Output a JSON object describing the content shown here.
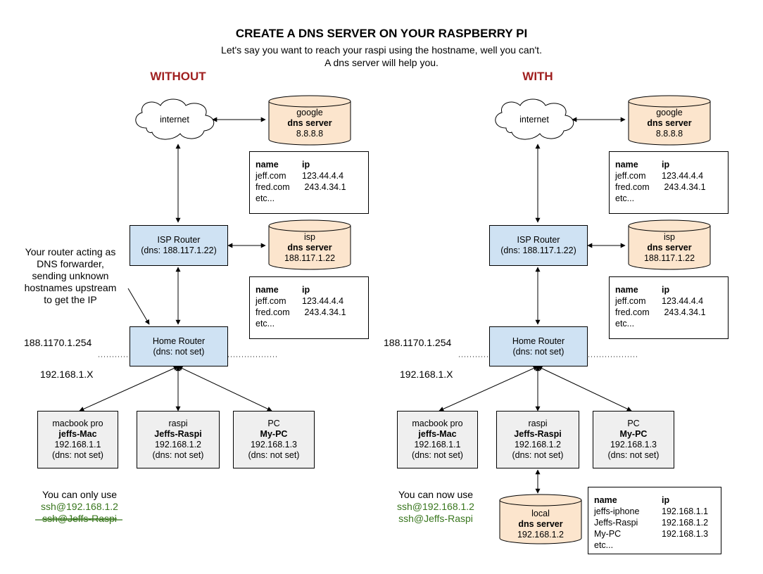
{
  "header": {
    "title": "CREATE A DNS SERVER ON YOUR RASPBERRY PI",
    "subtitle_line1": "Let's say you want to reach your raspi using the hostname, well you can't.",
    "subtitle_line2": "A dns server will help you."
  },
  "colors": {
    "accent_title": "#a02020",
    "router": "#cfe2f3",
    "device": "#efefef",
    "dns_server": "#fce5cd",
    "ssh_text": "#38761d"
  },
  "common": {
    "cloud_label": "internet",
    "google_dns": {
      "line1": "google",
      "line2": "dns server",
      "line3": "8.8.8.8"
    },
    "isp_dns": {
      "line1": "isp",
      "line2": "dns server",
      "line3": "188.117.1.22"
    },
    "isp_router": {
      "line1": "ISP Router",
      "line2": "(dns: 188.117.1.22)"
    },
    "home_router": {
      "line1": "Home Router",
      "line2": "(dns: not set)"
    },
    "public_ip": "188.1170.1.254",
    "subnet": "192.168.1.X",
    "dns_table": {
      "header": [
        "name",
        "ip"
      ],
      "rows": [
        [
          "jeff.com",
          "123.44.4.4"
        ],
        [
          "fred.com",
          " 243.4.34.1"
        ],
        [
          "etc...",
          ""
        ]
      ]
    },
    "devices": [
      {
        "line1": "macbook pro",
        "line2": "jeffs-Mac",
        "line3": "192.168.1.1",
        "line4": "(dns: not set)"
      },
      {
        "line1": "raspi",
        "line2": "Jeffs-Raspi",
        "line3": "192.168.1.2",
        "line4": "(dns: not set)"
      },
      {
        "line1": "PC",
        "line2": "My-PC",
        "line3": "192.168.1.3",
        "line4": "(dns: not set)"
      }
    ]
  },
  "without": {
    "title": "WITHOUT",
    "forwarder_note": [
      "Your router acting as",
      "DNS forwarder,",
      "sending unknown",
      "hostnames upstream",
      "to get the IP"
    ],
    "usage": {
      "line1": "You can only use",
      "line2": "ssh@192.168.1.2",
      "line3": "ssh@Jeffs-Raspi"
    }
  },
  "with": {
    "title": "WITH",
    "local_dns": {
      "line1": "local",
      "line2": "dns server",
      "line3": "192.168.1.2"
    },
    "usage": {
      "line1": "You can now use",
      "line2": "ssh@192.168.1.2",
      "line3": "ssh@Jeffs-Raspi"
    },
    "local_table": {
      "header": [
        "name",
        "ip"
      ],
      "rows": [
        [
          "jeffs-iphone",
          "192.168.1.1"
        ],
        [
          "Jeffs-Raspi",
          "192.168.1.2"
        ],
        [
          "My-PC",
          "192.168.1.3"
        ],
        [
          "etc...",
          ""
        ]
      ]
    }
  }
}
